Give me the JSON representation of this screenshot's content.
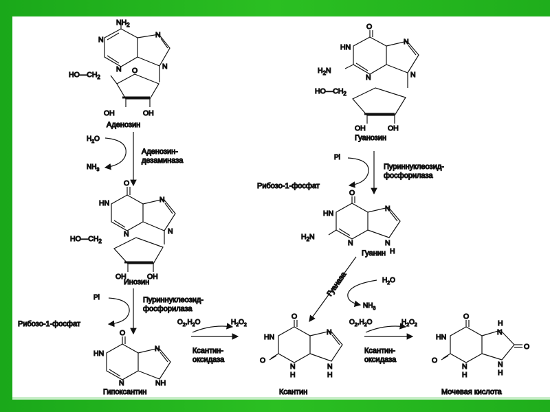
{
  "compounds": {
    "adenosine": {
      "name": "Аденозин",
      "nh2": "NH",
      "nh2_sub": "2",
      "n": "N",
      "ho": "HO",
      "ch2": "CH",
      "ch2_sub": "2",
      "oh": "OH",
      "o": "O"
    },
    "inosine": {
      "name": "Инозин",
      "o": "O",
      "hn": "HN",
      "n": "N",
      "ho": "HO",
      "ch2": "CH",
      "ch2_sub": "2",
      "oh": "OH"
    },
    "hypoxanthine": {
      "name": "Гипоксантин",
      "o": "O",
      "hn": "HN",
      "n": "N",
      "h": "H"
    },
    "guanosine": {
      "name": "Гуанозин",
      "o": "O",
      "hn": "HN",
      "h2n": "H",
      "h2n_sub": "2",
      "h2n_n": "N",
      "n": "N",
      "ho": "HO",
      "ch2": "CH",
      "ch2_sub": "2",
      "oh": "OH"
    },
    "guanine": {
      "name": "Гуанин",
      "o": "O",
      "hn": "HN",
      "h2n": "H",
      "h2n_sub": "2",
      "h2n_n": "N",
      "n": "N",
      "h": "H"
    },
    "xanthine": {
      "name": "Ксантин",
      "o": "O",
      "hn": "HN",
      "n": "N",
      "h": "H"
    },
    "uric_acid": {
      "name": "Мочевая кислота",
      "o": "O",
      "hn": "HN",
      "n": "N",
      "h": "H"
    }
  },
  "reactions": {
    "adenosine_deaminase": {
      "enzyme_line1": "Аденозин-",
      "enzyme_line2": "дезаминаза",
      "in": "H",
      "in_sub": "2",
      "in_tail": "O",
      "out": "NH",
      "out_sub": "3"
    },
    "pnp_left": {
      "enzyme_line1": "Пуриннуклеозид-",
      "enzyme_line2": "фосфорилаза",
      "in": "Pi",
      "out": "Рибозо-1-фосфат"
    },
    "pnp_right": {
      "enzyme_line1": "Пуриннуклеозид-",
      "enzyme_line2": "фосфорилаза",
      "in": "Pi",
      "out": "Рибозо-1-фосфат"
    },
    "guanase": {
      "enzyme": "Гуаназа",
      "in": "H",
      "in_sub": "2",
      "in_tail": "O",
      "out": "NH",
      "out_sub": "3"
    },
    "xo_left": {
      "enzyme_line1": "Ксантин-",
      "enzyme_line2": "оксидаза",
      "in": "O",
      "in_sub": "2",
      "in_tail": ",H",
      "in_sub2": "2",
      "in_tail2": "O",
      "out": "H",
      "out_sub": "2",
      "out_tail": "O",
      "out_sub2": "2"
    },
    "xo_right": {
      "enzyme_line1": "Ксантин-",
      "enzyme_line2": "оксидаза",
      "in": "O",
      "in_sub": "2",
      "in_tail": ",H",
      "in_sub2": "2",
      "in_tail2": "O",
      "out": "H",
      "out_sub": "2",
      "out_tail": "O",
      "out_sub2": "2"
    }
  },
  "colors": {
    "background": "#1fae1c",
    "panel": "#ffffff",
    "ink": "#111111"
  }
}
